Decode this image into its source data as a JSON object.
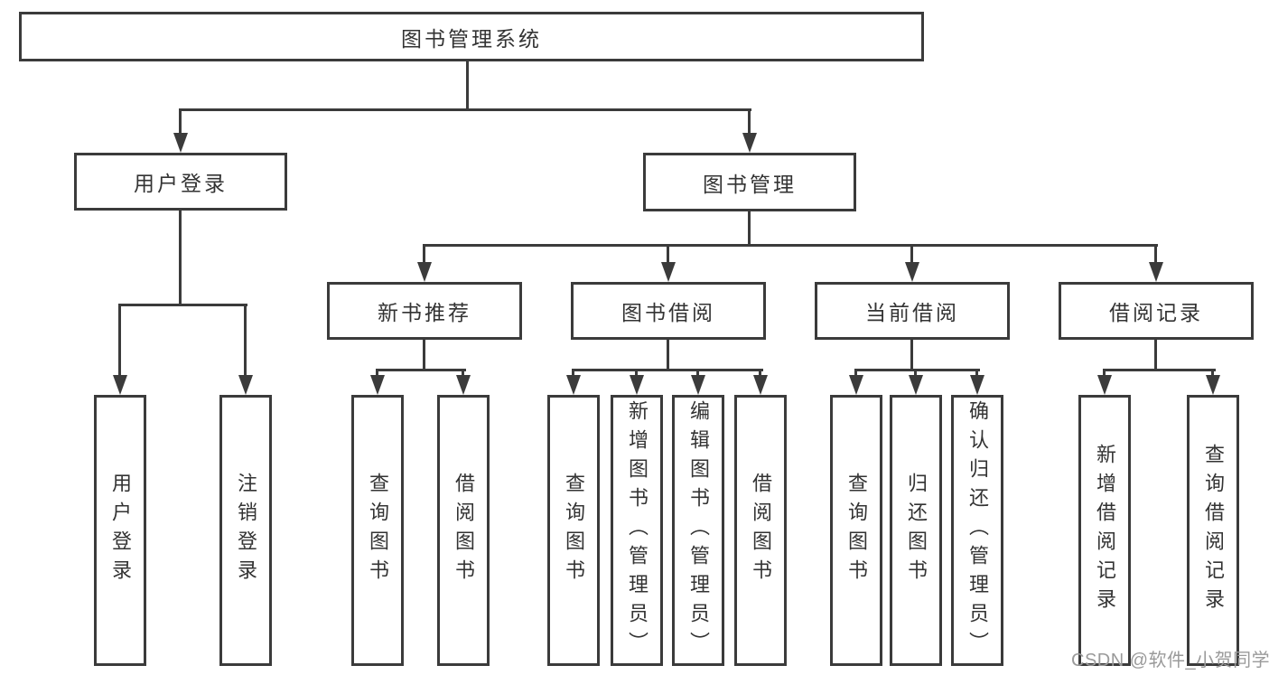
{
  "diagram": {
    "type": "hierarchy-tree",
    "colors": {
      "line": "#3b3b3b",
      "text": "#333333",
      "background": "#ffffff",
      "watermark": "#9a9a9a"
    },
    "tree": {
      "label": "图书管理系统",
      "children": [
        {
          "label": "用户登录",
          "children": [
            {
              "label": "用户登录"
            },
            {
              "label": "注销登录"
            }
          ]
        },
        {
          "label": "图书管理",
          "children": [
            {
              "label": "新书推荐",
              "children": [
                {
                  "label": "查询图书"
                },
                {
                  "label": "借阅图书"
                }
              ]
            },
            {
              "label": "图书借阅",
              "children": [
                {
                  "label": "查询图书"
                },
                {
                  "label": "新增图书（管理员）"
                },
                {
                  "label": "编辑图书（管理员）"
                },
                {
                  "label": "借阅图书"
                }
              ]
            },
            {
              "label": "当前借阅",
              "children": [
                {
                  "label": "查询图书"
                },
                {
                  "label": "归还图书"
                },
                {
                  "label": "确认归还（管理员）"
                }
              ]
            },
            {
              "label": "借阅记录",
              "children": [
                {
                  "label": "新增借阅记录"
                },
                {
                  "label": "查询借阅记录"
                }
              ]
            }
          ]
        }
      ]
    },
    "watermark": {
      "text": "CSDN @软件_小贺同学"
    }
  }
}
